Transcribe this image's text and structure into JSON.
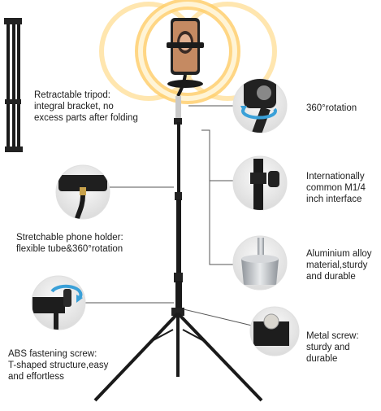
{
  "labels": {
    "tripod": [
      "Retractable tripod:",
      "integral bracket, no",
      "excess parts after folding"
    ],
    "phone_holder": [
      "Stretchable phone holder:",
      "flexible tube&360°rotation"
    ],
    "abs_screw": [
      "ABS fastening screw:",
      "T-shaped structure,easy",
      "and effortless"
    ],
    "rotation": [
      "360°rotation"
    ],
    "interface": [
      "Internationally",
      "common M1/4",
      "inch interface"
    ],
    "aluminium": [
      "Aluminium alloy",
      "material,sturdy",
      "and durable"
    ],
    "metal_screw": [
      "Metal screw:",
      "sturdy and",
      "durable"
    ]
  },
  "colors": {
    "ring_glow": "#ffd27a",
    "ring_core": "#fff6dc",
    "stand": "#1a1a1a",
    "callout_line": "#555555",
    "metal": "#b9bcc0",
    "arrow": "#3aa0d8"
  },
  "icons": [
    "rotation-arrow-icon",
    "rotation-arrow-icon"
  ]
}
